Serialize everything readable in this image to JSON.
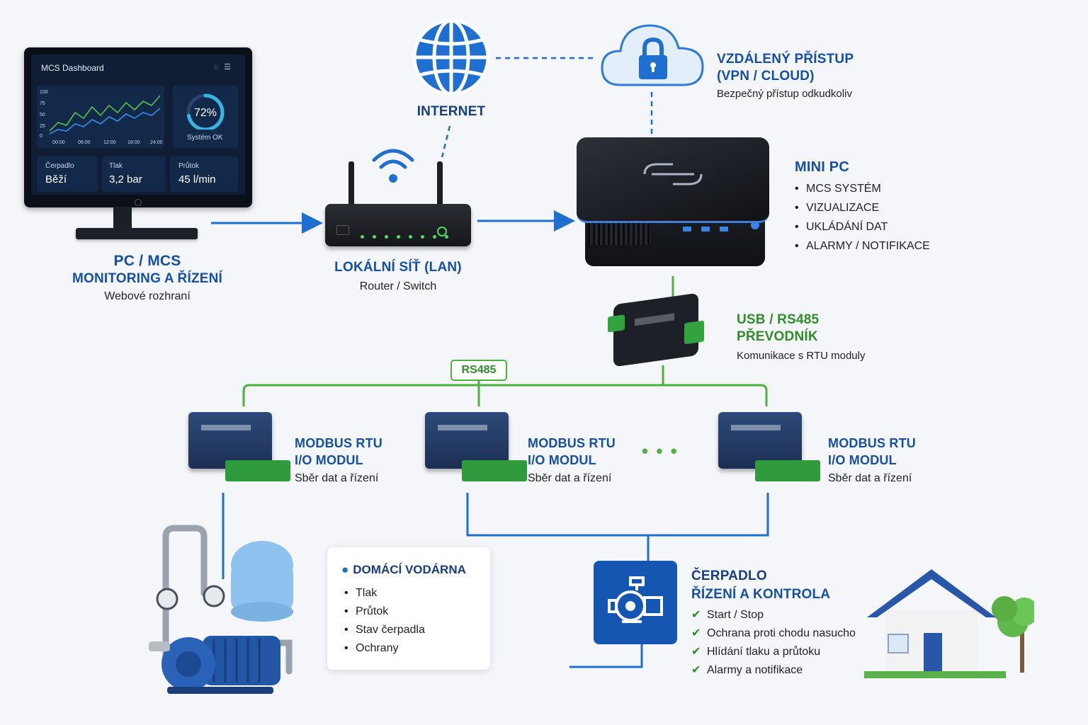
{
  "dashboard": {
    "title": "MCS Dashboard",
    "y_ticks": [
      "100",
      "75",
      "50",
      "25",
      "0"
    ],
    "x_ticks": [
      "00:00",
      "06:00",
      "12:00",
      "18:00",
      "24:00"
    ],
    "gauge_value": "72%",
    "gauge_level": 0.72,
    "gauge_label": "Systém OK",
    "tiles": [
      {
        "label": "Čerpadlo",
        "value": "Běží"
      },
      {
        "label": "Tlak",
        "value": "3,2 bar"
      },
      {
        "label": "Průtok",
        "value": "45 l/min"
      }
    ]
  },
  "pc": {
    "title_line1": "PC / MCS",
    "title_line2": "MONITORING A ŘÍZENÍ",
    "subtitle": "Webové rozhraní"
  },
  "lan": {
    "title": "LOKÁLNÍ SÍŤ (LAN)",
    "subtitle": "Router / Switch"
  },
  "internet": {
    "title": "INTERNET"
  },
  "remote": {
    "title_line1": "VZDÁLENÝ PŘÍSTUP",
    "title_line2": "(VPN / CLOUD)",
    "subtitle": "Bezpečný přístup odkudkoliv"
  },
  "minipc": {
    "title": "MINI PC",
    "items": [
      "MCS SYSTÉM",
      "VIZUALIZACE",
      "UKLÁDÁNÍ DAT",
      "ALARMY / NOTIFIKACE"
    ]
  },
  "converter": {
    "title_line1": "USB / RS485",
    "title_line2": "PŘEVODNÍK",
    "subtitle": "Komunikace s RTU moduly"
  },
  "bus": {
    "label": "RS485",
    "ellipsis": "• • •"
  },
  "modules": [
    {
      "title_line1": "MODBUS RTU",
      "title_line2": "I/O MODUL",
      "subtitle": "Sběr dat a řízení"
    },
    {
      "title_line1": "MODBUS RTU",
      "title_line2": "I/O MODUL",
      "subtitle": "Sběr dat a řízení"
    },
    {
      "title_line1": "MODBUS RTU",
      "title_line2": "I/O MODUL",
      "subtitle": "Sběr dat a řízení"
    }
  ],
  "waterworks": {
    "title": "DOMÁCÍ VODÁRNA",
    "items": [
      "Tlak",
      "Průtok",
      "Stav čerpadla",
      "Ochrany"
    ]
  },
  "pump_control": {
    "title_line1": "ČERPADLO",
    "title_line2": "ŘÍZENÍ A KONTROLA",
    "items": [
      "Start / Stop",
      "Ochrana proti chodu nasucho",
      "Hlídání tlaku a průtoku",
      "Alarmy a notifikace"
    ]
  },
  "colors": {
    "blue": "#1f6fd0",
    "title_blue": "#1650a6",
    "green": "#4bb13f",
    "title_green": "#2f8e2a"
  }
}
